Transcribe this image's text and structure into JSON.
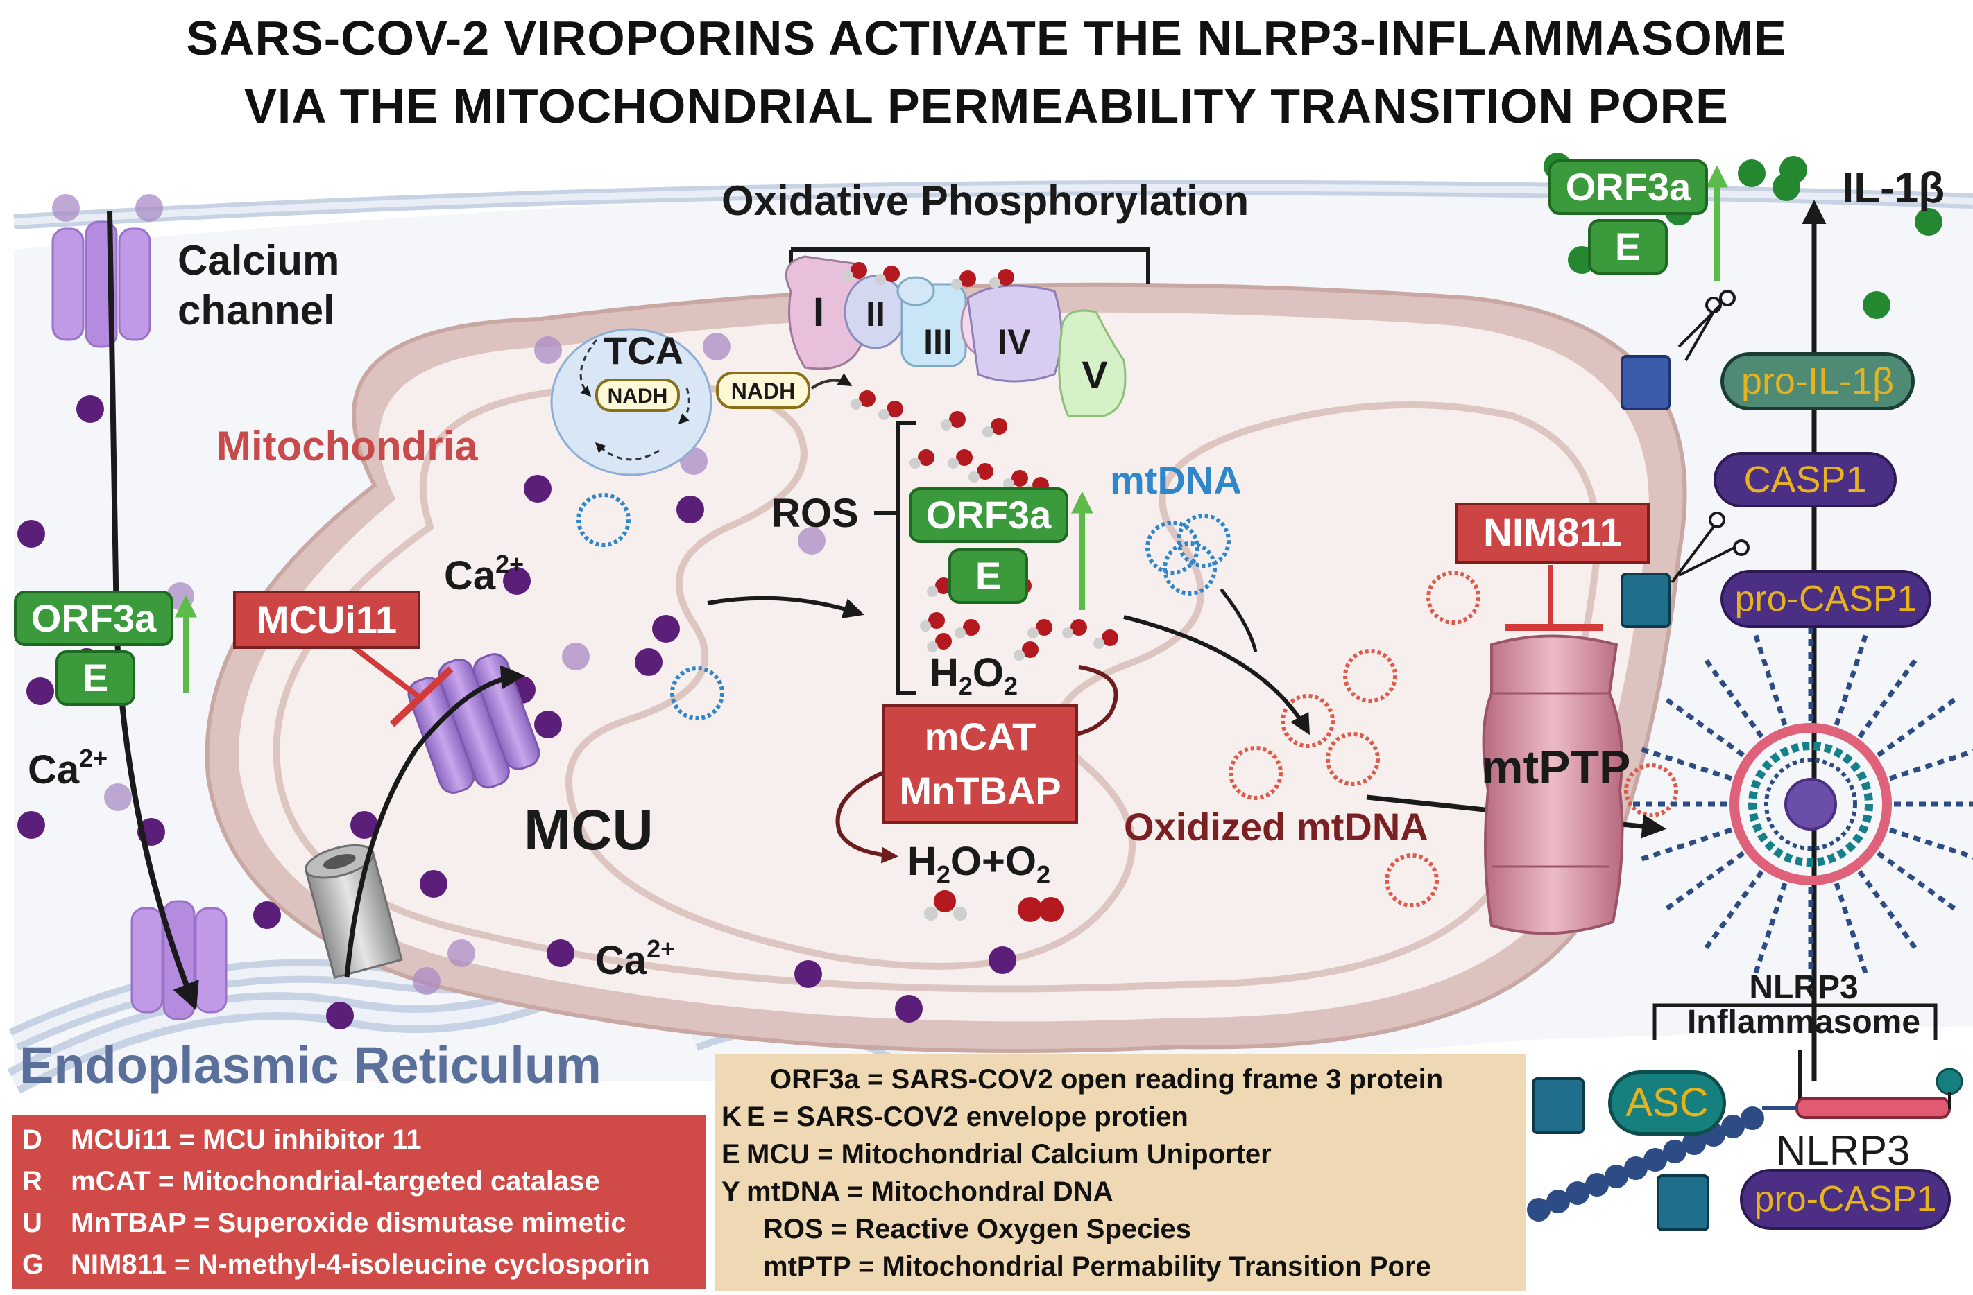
{
  "title": {
    "line1": "SARS-COV-2 VIROPORINS ACTIVATE THE NLRP3-INFLAMMASOME",
    "line2": "VIA THE MITOCHONDRIAL PERMEABILITY TRANSITION PORE"
  },
  "labels": {
    "calcium_channel_1": "Calcium",
    "calcium_channel_2": "channel",
    "oxphos": "Oxidative Phosphorylation",
    "tca": "TCA",
    "nadh_inner": "NADH",
    "nadh_outer": "NADH",
    "complex_i": "I",
    "complex_ii": "II",
    "complex_iii": "III",
    "complex_iv": "IV",
    "complex_v": "V",
    "mitochondria": "Mitochondria",
    "ros": "ROS",
    "mtdna": "mtDNA",
    "ca_mito": "Ca",
    "ca_left": "Ca",
    "ca_er": "Ca",
    "superscript": "2+",
    "mcu": "MCU",
    "h2o2_main": "H",
    "h2o2_sub": "2",
    "h2o2_o": "O",
    "water_h": "H",
    "water_sub": "2",
    "water_rest": "O+O",
    "water_sub2": "2",
    "oxidized_mtdna": "Oxidized mtDNA",
    "mtptp": "mtPTP",
    "il1b": "IL-1β",
    "nlrp3_inflammasome_1": "NLRP3",
    "nlrp3_inflammasome_2": "Inflammasome",
    "nlrp3": "NLRP3",
    "er": "Endoplasmic Reticulum"
  },
  "viroporins": {
    "orf3a": "ORF3a",
    "e": "E"
  },
  "inhibitors": {
    "mcui11": "MCUi11",
    "nim811": "NIM811",
    "mcat": "mCAT",
    "mntbap": "MnTBAP"
  },
  "proteins": {
    "pro_il1b": "pro-IL-1β",
    "casp1": "CASP1",
    "pro_casp1_top": "pro-CASP1",
    "asc": "ASC",
    "pro_casp1_bottom": "pro-CASP1"
  },
  "legend_left": [
    {
      "letter": "D",
      "text": "MCUi11 = MCU inhibitor 11"
    },
    {
      "letter": "R",
      "text": "mCAT = Mitochondrial-targeted catalase"
    },
    {
      "letter": "U",
      "text": "MnTBAP = Superoxide dismutase mimetic"
    },
    {
      "letter": "G",
      "text": "NIM811 = N-methyl-4-isoleucine cyclosporin"
    }
  ],
  "legend_right": [
    {
      "letter": "",
      "text": "ORF3a = SARS-COV2 open reading frame 3 protein"
    },
    {
      "letter": "K",
      "text": "E = SARS-COV2 envelope protien"
    },
    {
      "letter": "E",
      "text": "MCU = Mitochondrial Calcium Uniporter"
    },
    {
      "letter": "Y",
      "text": "mtDNA = Mitochondral DNA"
    },
    {
      "letter": "",
      "text": "ROS = Reactive Oxygen Species"
    },
    {
      "letter": "",
      "text": "mtPTP = Mitochondrial Permability Transition Pore"
    }
  ],
  "colors": {
    "viroporin_green": "#3a9a3c",
    "inhibitor_red": "#cc4444",
    "calcium_purple": "#5b1f7a",
    "ros_red": "#b3191f",
    "mito_fill": "#f5ecea",
    "er_blue": "#5a6f9a",
    "mito_label": "#c94a4a",
    "mtdna_label": "#2f86c8",
    "oxidized_label": "#7a1f22",
    "casp_purple": "#4b2f85",
    "gold_text": "#e6b31e"
  }
}
